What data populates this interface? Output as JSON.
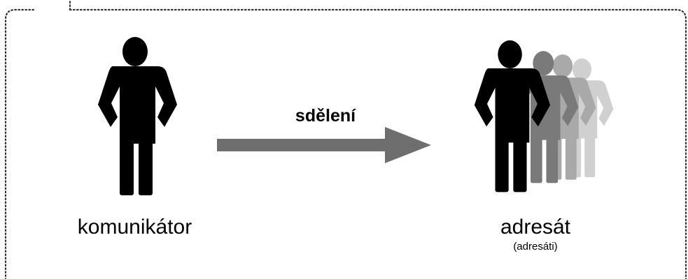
{
  "diagram": {
    "sender": {
      "label": "komunikátor",
      "icon": "person-icon",
      "color": "#000000"
    },
    "message": {
      "label": "sdělení",
      "icon": "arrow-right-icon",
      "color": "#6e6e6e"
    },
    "receiver": {
      "label": "adresát",
      "sublabel": "(adresáti)",
      "icon": "person-group-icon",
      "colors": [
        "#000000",
        "#7a7a7a",
        "#a9a9a9",
        "#d0d0d0"
      ]
    },
    "frame": {
      "style": "dotted-border",
      "color": "#333333"
    }
  }
}
